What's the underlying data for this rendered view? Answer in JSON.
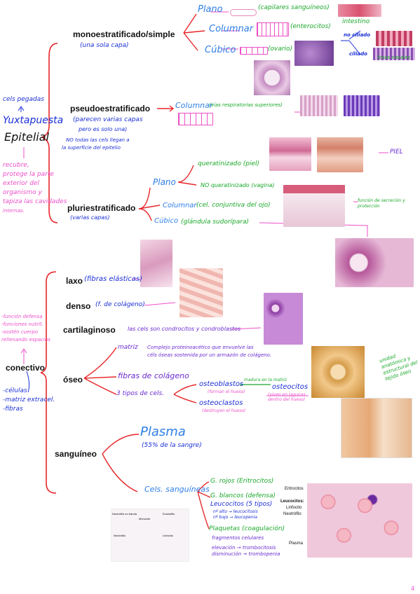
{
  "root": {
    "top_note": "cels pegadas",
    "title_line1": "Yuxtapuesta",
    "title_line2": "Epitelial",
    "notes": [
      "recubre,",
      "protege la parte",
      "exterior del",
      "organismo y",
      "tapiza las cavidades",
      "internas."
    ]
  },
  "epithelial": {
    "mono": {
      "label": "monoestratificado/simple",
      "sub": "(una sola capa)",
      "plano": "Plano",
      "plano_note": "(capilares sanguíneos)",
      "columnar": "Columnar",
      "columnar_note": "(enterocitos)",
      "intestino": "intestino",
      "ciliado": "ciliado",
      "no_ciliado": "no ciliado",
      "fosas": "fosas nasales",
      "cubico": "Cúbico",
      "cubico_note": "(ovario)"
    },
    "pseudo": {
      "label": "pseudoestratificado",
      "columnar": "Columnar",
      "columnar_note": "(vías respiratorias superiores)",
      "note1": "(parecen varias capas",
      "note2": "pero es solo una)",
      "note3": "NO todas las cels llegan a",
      "note4": "la superficie del epitelio"
    },
    "pluri": {
      "label": "pluriestratificado",
      "sub": "(varias capas)",
      "plano": "Plano",
      "queratinizado": "queratinizado (piel)",
      "no_queratinizado": "NO queratinizado (vagina)",
      "piel": "PIEL",
      "columnar": "Columnar",
      "columnar_note": "(cel. conjuntiva del ojo)",
      "cubico": "Cúbico",
      "cubico_note": "(glándula sudorípara)",
      "funcion": "función de secreción y protección"
    }
  },
  "conective": {
    "label": "conectivo",
    "notes": [
      "-función defensa",
      "-funciones nutrit.",
      "-sostén cuerpo",
      "rellenando espacios"
    ],
    "components": [
      "-células",
      "-matriz extracel.",
      "-fibras"
    ],
    "laxo": {
      "label": "laxo",
      "note": "(fibras elásticas)"
    },
    "denso": {
      "label": "denso",
      "note": "(f. de colágeno)"
    },
    "cartilaginoso": {
      "label": "cartilaginoso",
      "note": "las cels son condrocitos y condroblastos"
    },
    "oseo": {
      "label": "óseo",
      "matriz": "matriz",
      "matriz_note1": "Complejo proteinoacético que envuelve las",
      "matriz_note2": "céls óseas sostenida por un armazón de colágeno.",
      "fibras": "fibras de colágeno",
      "tipos": "3 tipos de cels.",
      "osteoblastos": "osteoblastos",
      "osteoblastos_note": "(forman el hueso)",
      "madura": "madura en la matriz",
      "osteocitos": "osteocitos",
      "osteocitos_note": "(viven en lagunas dentro del hueso)",
      "osteoclastos": "osteoclastos",
      "osteoclastos_note": "(destruyen el hueso)",
      "unidad": [
        "unidad",
        "anatómica y",
        "estructural del",
        "tejido óseo"
      ]
    },
    "sanguineo": {
      "label": "sanguíneo",
      "plasma": "Plasma",
      "plasma_note": "(55% de la sangre)",
      "cels": "Cels. sanguíneas",
      "rojos": "G. rojos (Eritrocitos)",
      "blancos": "G. blancos (defensa)",
      "leucocitos": "Leucocitos (5 tipos)",
      "alto": "nº alto → leucocitosis",
      "bajo": "nº bajo → leucopenia",
      "plaquetas": "Plaquetas (coagulación)",
      "fragmentos": "fragmentos celulares",
      "elevacion": "elevación → trombocitosis",
      "disminucion": "disminución → trombopenia",
      "img_labels": [
        "Eritrocitos",
        "Leucocitos:",
        "Linfocito",
        "Neutrófilo",
        "Plasma"
      ],
      "cell_labels": [
        "Neutrófilo en banda",
        "Monocito",
        "Eosinófilo",
        "Neutrófilo",
        "Linfocito"
      ]
    }
  },
  "page_number": "4"
}
